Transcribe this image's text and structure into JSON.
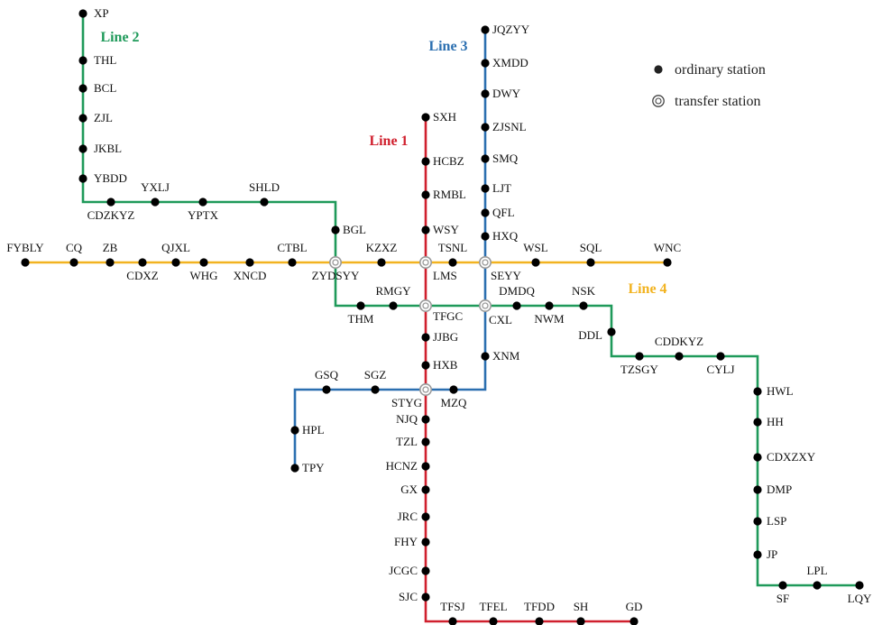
{
  "colors": {
    "line1": "#d0202e",
    "line2": "#1f9a5a",
    "line3": "#2b6fb0",
    "line4": "#f2b320",
    "station": "#000000"
  },
  "legend": {
    "ordinary": "ordinary station",
    "transfer": "transfer station"
  },
  "lines": [
    {
      "id": "line1",
      "name": "Line 1"
    },
    {
      "id": "line2",
      "name": "Line 2"
    },
    {
      "id": "line3",
      "name": "Line 3"
    },
    {
      "id": "line4",
      "name": "Line 4"
    }
  ],
  "stations": {
    "XP": "XP",
    "THL": "THL",
    "BCL": "BCL",
    "ZJL": "ZJL",
    "JKBL": "JKBL",
    "YBDD": "YBDD",
    "CDZKYZ": "CDZKYZ",
    "YXLJ": "YXLJ",
    "YPTX": "YPTX",
    "SHLD": "SHLD",
    "BGL": "BGL",
    "ZYDSYY": "ZYDSYY",
    "THM": "THM",
    "RMGY": "RMGY",
    "TFGC": "TFGC",
    "DMDQ": "DMDQ",
    "NWM": "NWM",
    "NSK": "NSK",
    "DDL": "DDL",
    "TZSGY": "TZSGY",
    "CDDKYZ": "CDDKYZ",
    "CYLJ": "CYLJ",
    "HWL": "HWL",
    "HH": "HH",
    "CDXZXY": "CDXZXY",
    "DMP": "DMP",
    "LSP": "LSP",
    "JP": "JP",
    "SF": "SF",
    "LPL": "LPL",
    "LQY": "LQY",
    "SXH": "SXH",
    "HCBZ": "HCBZ",
    "RMBL": "RMBL",
    "WSY": "WSY",
    "LMS": "LMS",
    "JJBG": "JJBG",
    "HXB": "HXB",
    "STYG": "STYG",
    "NJQ": "NJQ",
    "TZL": "TZL",
    "HCNZ": "HCNZ",
    "GX": "GX",
    "JRC": "JRC",
    "FHY": "FHY",
    "JCGC": "JCGC",
    "SJC": "SJC",
    "TFSJ": "TFSJ",
    "TFEL": "TFEL",
    "TFDD": "TFDD",
    "SH": "SH",
    "GD": "GD",
    "JQZYY": "JQZYY",
    "XMDD": "XMDD",
    "DWY": "DWY",
    "ZJSNL": "ZJSNL",
    "SMQ": "SMQ",
    "LJT": "LJT",
    "QFL": "QFL",
    "HXQ": "HXQ",
    "SEYY": "SEYY",
    "CXL": "CXL",
    "XNM": "XNM",
    "MZQ": "MZQ",
    "SGZ": "SGZ",
    "GSQ": "GSQ",
    "HPL": "HPL",
    "TPY": "TPY",
    "FYBLY": "FYBLY",
    "CQ": "CQ",
    "ZB": "ZB",
    "CDXZ": "CDXZ",
    "QJXL": "QJXL",
    "WHG": "WHG",
    "XNCD": "XNCD",
    "CTBL": "CTBL",
    "KZXZ": "KZXZ",
    "TSNL": "TSNL",
    "WSL": "WSL",
    "SQL": "SQL",
    "WNC": "WNC"
  }
}
